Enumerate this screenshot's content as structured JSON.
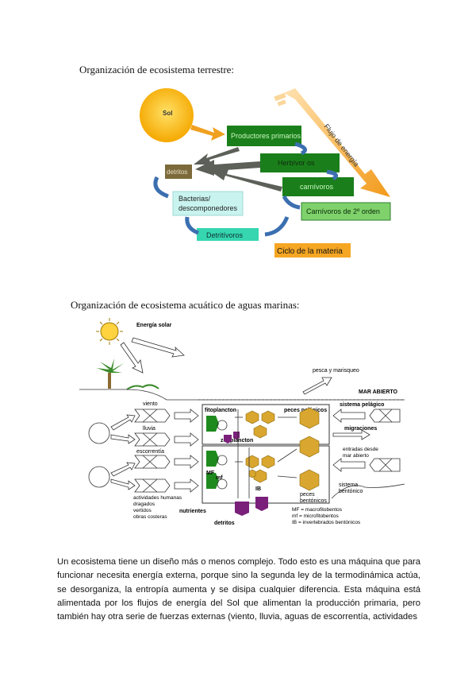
{
  "headings": {
    "terrestrial": "Organización de ecosistema terrestre:",
    "aquatic": "Organización de ecosistema acuático de aguas marinas:"
  },
  "terrestrial": {
    "sun": "Sol",
    "energy_flow": "Flujo de energía",
    "boxes": {
      "producers": "Productores primarios",
      "herbivores": "Herbívor os",
      "carnivores": "carnívoros",
      "carnivores2": "Carnívoros de 2º orden",
      "detritus": "detritos",
      "bacteria_line1": "Bacterias/",
      "bacteria_line2": "descomponedores",
      "detritivores": "Detritívoros"
    },
    "matter_cycle": "Ciclo de la materia"
  },
  "aquatic": {
    "solar_energy": "Energía solar",
    "fishing": "pesca y marisqueo",
    "open_sea": "MAR ABIERTO",
    "pelagic_system": "sistema pelágico",
    "migrations": "migraciones",
    "inflows_line1": "entradas desde",
    "inflows_line2": "mar abierto",
    "benthic_line1": "sistema",
    "benthic_line2": "bentónico",
    "wind": "viento",
    "rain": "lluvia",
    "runoff": "escorrentía",
    "human_activities": [
      "actividades humanas",
      "dragados",
      "vertidos",
      "obras costeras"
    ],
    "phytoplankton": "fitoplancton",
    "zooplankton": "zooplancton",
    "pelagic_fish": "peces pelágicos",
    "benthic_fish_line1": "peces",
    "benthic_fish_line2": "bentónicos",
    "mf_big": "MF",
    "mf_small": "mf",
    "ib": "IB",
    "nutrients": "nutrientes",
    "detritus": "detritos",
    "legend": [
      "MF = macrofitobentos",
      "mf = microfitobentos",
      "IB = invertebrados bentónicos"
    ]
  },
  "paragraph": "Un ecosistema tiene un diseño más o menos complejo. Todo esto es una máquina que para funcionar necesita energía externa, porque sino la segunda ley de la termodinámica actúa, se desorganiza, la entropía aumenta y se disipa cualquier diferencia. Esta máquina está alimentada por los flujos de energía del Sol que alimentan la producción primaria, pero también hay otra serie de fuerzas externas (viento, lluvia, aguas de escorrentía, actividades",
  "colors": {
    "sun": "#f5b400",
    "dark_green": "#1e7d1e",
    "light_green": "#7fd26b",
    "teal": "#35d6b0",
    "cyan_box": "#bff3f0",
    "detritus_brown": "#7c6a3a",
    "orange_arrow": "#f5a623",
    "hex_fill": "#d9a62f",
    "purple": "#7a1f7a"
  }
}
